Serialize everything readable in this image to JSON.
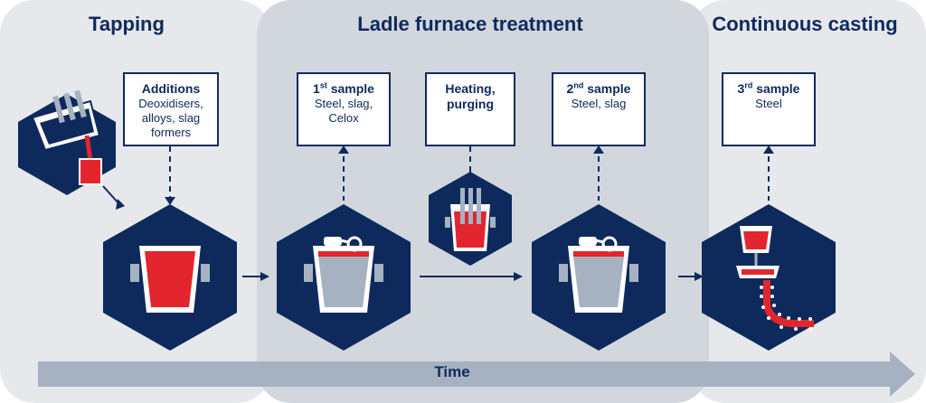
{
  "panels": {
    "tapping": "Tapping",
    "ladle": "Ladle furnace treatment",
    "casting": "Continuous casting"
  },
  "boxes": {
    "additions": {
      "title": "Additions",
      "body": "Deoxidisers, alloys, slag formers"
    },
    "sample1": {
      "num": "1",
      "sup": "st",
      "word": " sample",
      "body": "Steel, slag, Celox"
    },
    "heating": {
      "line1": "Heating,",
      "line2": "purging"
    },
    "sample2": {
      "num": "2",
      "sup": "nd",
      "word": " sample",
      "body": "Steel, slag"
    },
    "sample3": {
      "num": "3",
      "sup": "rd",
      "word": " sample",
      "body": "Steel"
    }
  },
  "timeline": {
    "label": "Time"
  },
  "colors": {
    "navy": "#0e2a5c",
    "red": "#e3262e",
    "panel_light": "#e6e8ec",
    "panel_dark": "#d2d7de",
    "arrow": "#a6b2c2"
  }
}
